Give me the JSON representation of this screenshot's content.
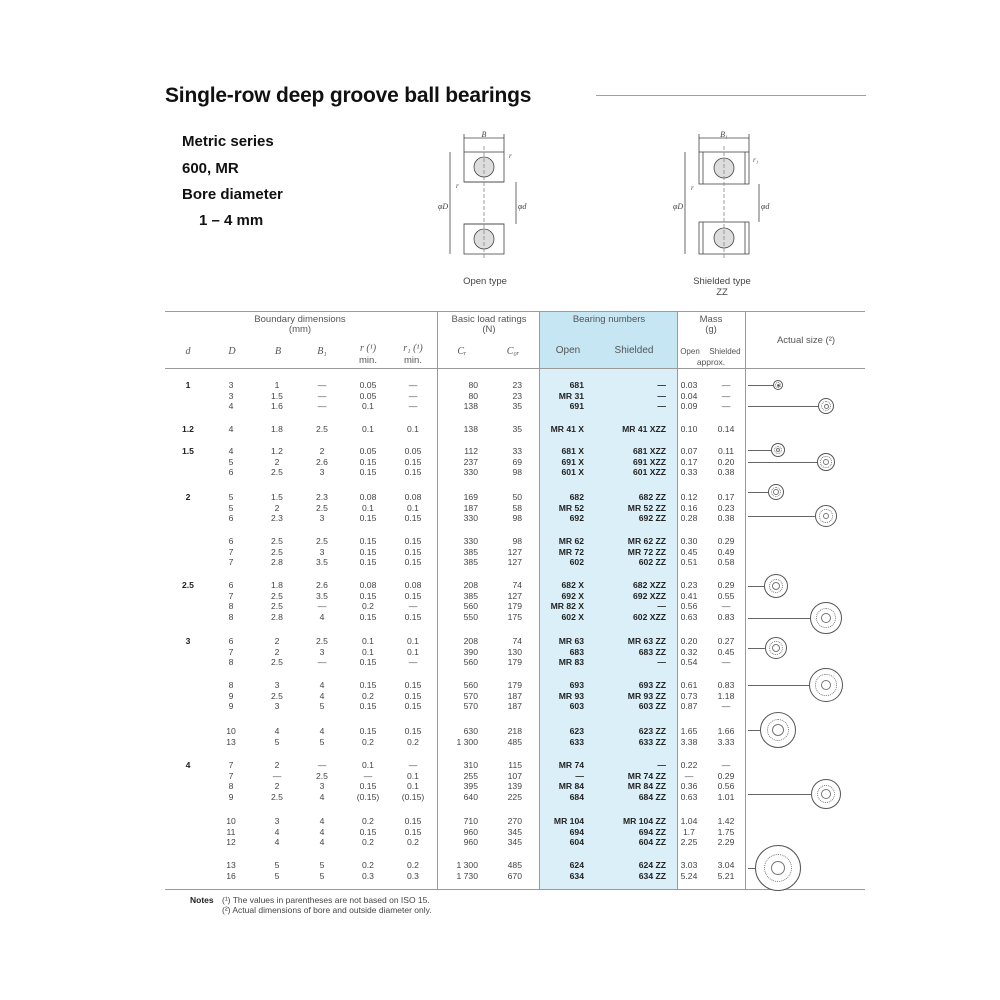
{
  "title": "Single-row deep groove ball bearings",
  "series": [
    "Metric series",
    "600, MR",
    "Bore diameter",
    "1 – 4 mm"
  ],
  "figures": {
    "open_caption": "Open type",
    "shielded_caption": [
      "Shielded type",
      "ZZ"
    ],
    "open_labels": [
      "B",
      "r",
      "r",
      "φD",
      "φd"
    ],
    "shielded_labels": [
      "B₁",
      "r₁",
      "r",
      "φD",
      "φd"
    ]
  },
  "headers": {
    "boundary": [
      "Boundary dimensions",
      "(mm)"
    ],
    "load": [
      "Basic load ratings",
      "(N)"
    ],
    "numbers": "Bearing numbers",
    "mass": [
      "Mass",
      "(g)"
    ],
    "actual": "Actual size (²)",
    "cols": [
      "d",
      "D",
      "B",
      "B₁",
      "r (¹)",
      "r₁ (¹)",
      "Cᵣ",
      "C₀ᵣ"
    ],
    "col_min": [
      "min.",
      "min."
    ],
    "open": "Open",
    "shielded": "Shielded",
    "mass_open": "Open",
    "mass_shielded": "Shielded",
    "approx": "approx."
  },
  "groups": [
    {
      "d": "1",
      "rows": [
        [
          "3",
          "1",
          "—",
          "0.05",
          "—",
          "80",
          "23",
          "681",
          "—",
          "0.03",
          "—"
        ],
        [
          "3",
          "1.5",
          "—",
          "0.05",
          "—",
          "80",
          "23",
          "MR  31",
          "—",
          "0.04",
          "—"
        ],
        [
          "4",
          "1.6",
          "—",
          "0.1",
          "—",
          "138",
          "35",
          "691",
          "—",
          "0.09",
          "—"
        ]
      ]
    },
    {
      "d": "1.2",
      "rows": [
        [
          "4",
          "1.8",
          "2.5",
          "0.1",
          "0.1",
          "138",
          "35",
          "MR  41 X",
          "MR  41 XZZ",
          "0.10",
          "0.14"
        ]
      ]
    },
    {
      "d": "1.5",
      "rows": [
        [
          "4",
          "1.2",
          "2",
          "0.05",
          "0.05",
          "112",
          "33",
          "681 X",
          "681 XZZ",
          "0.07",
          "0.11"
        ],
        [
          "5",
          "2",
          "2.6",
          "0.15",
          "0.15",
          "237",
          "69",
          "691 X",
          "691 XZZ",
          "0.17",
          "0.20"
        ],
        [
          "6",
          "2.5",
          "3",
          "0.15",
          "0.15",
          "330",
          "98",
          "601 X",
          "601 XZZ",
          "0.33",
          "0.38"
        ]
      ]
    },
    {
      "d": "2",
      "rows": [
        [
          "5",
          "1.5",
          "2.3",
          "0.08",
          "0.08",
          "169",
          "50",
          "682",
          "682 ZZ",
          "0.12",
          "0.17"
        ],
        [
          "5",
          "2",
          "2.5",
          "0.1",
          "0.1",
          "187",
          "58",
          "MR  52",
          "MR  52   ZZ",
          "0.16",
          "0.23"
        ],
        [
          "6",
          "2.3",
          "3",
          "0.15",
          "0.15",
          "330",
          "98",
          "692",
          "692 ZZ",
          "0.28",
          "0.38"
        ]
      ]
    },
    {
      "d": "",
      "rows": [
        [
          "6",
          "2.5",
          "2.5",
          "0.15",
          "0.15",
          "330",
          "98",
          "MR  62",
          "MR  62 ZZ",
          "0.30",
          "0.29"
        ],
        [
          "7",
          "2.5",
          "3",
          "0.15",
          "0.15",
          "385",
          "127",
          "MR  72",
          "MR  72 ZZ",
          "0.45",
          "0.49"
        ],
        [
          "7",
          "2.8",
          "3.5",
          "0.15",
          "0.15",
          "385",
          "127",
          "602",
          "602 ZZ",
          "0.51",
          "0.58"
        ]
      ]
    },
    {
      "d": "2.5",
      "rows": [
        [
          "6",
          "1.8",
          "2.6",
          "0.08",
          "0.08",
          "208",
          "74",
          "682 X",
          "682 XZZ",
          "0.23",
          "0.29"
        ],
        [
          "7",
          "2.5",
          "3.5",
          "0.15",
          "0.15",
          "385",
          "127",
          "692 X",
          "692 XZZ",
          "0.41",
          "0.55"
        ],
        [
          "8",
          "2.5",
          "—",
          "0.2",
          "—",
          "560",
          "179",
          "MR  82 X",
          "—",
          "0.56",
          "—"
        ],
        [
          "8",
          "2.8",
          "4",
          "0.15",
          "0.15",
          "550",
          "175",
          "602 X",
          "602 XZZ",
          "0.63",
          "0.83"
        ]
      ]
    },
    {
      "d": "3",
      "rows": [
        [
          "6",
          "2",
          "2.5",
          "0.1",
          "0.1",
          "208",
          "74",
          "MR  63",
          "MR  63 ZZ",
          "0.20",
          "0.27"
        ],
        [
          "7",
          "2",
          "3",
          "0.1",
          "0.1",
          "390",
          "130",
          "683",
          "683   ZZ",
          "0.32",
          "0.45"
        ],
        [
          "8",
          "2.5",
          "—",
          "0.15",
          "—",
          "560",
          "179",
          "MR  83",
          "—",
          "0.54",
          "—"
        ]
      ]
    },
    {
      "d": "",
      "rows": [
        [
          "8",
          "3",
          "4",
          "0.15",
          "0.15",
          "560",
          "179",
          "693",
          "693 ZZ",
          "0.61",
          "0.83"
        ],
        [
          "9",
          "2.5",
          "4",
          "0.2",
          "0.15",
          "570",
          "187",
          "MR  93",
          "MR  93 ZZ",
          "0.73",
          "1.18"
        ],
        [
          "9",
          "3",
          "5",
          "0.15",
          "0.15",
          "570",
          "187",
          "603",
          "603 ZZ",
          "0.87",
          "—"
        ]
      ]
    },
    {
      "d": "",
      "rows": [
        [
          "10",
          "4",
          "4",
          "0.15",
          "0.15",
          "630",
          "218",
          "623",
          "623 ZZ",
          "1.65",
          "1.66"
        ],
        [
          "13",
          "5",
          "5",
          "0.2",
          "0.2",
          "1 300",
          "485",
          "633",
          "633 ZZ",
          "3.38",
          "3.33"
        ]
      ]
    },
    {
      "d": "4",
      "rows": [
        [
          "7",
          "2",
          "—",
          "0.1",
          "—",
          "310",
          "115",
          "MR  74",
          "—",
          "0.22",
          "—"
        ],
        [
          "7",
          "—",
          "2.5",
          "—",
          "0.1",
          "255",
          "107",
          "—",
          "MR  74 ZZ",
          "—",
          "0.29"
        ],
        [
          "8",
          "2",
          "3",
          "0.15",
          "0.1",
          "395",
          "139",
          "MR  84",
          "MR  84 ZZ",
          "0.36",
          "0.56"
        ],
        [
          "9",
          "2.5",
          "4",
          "(0.15)",
          "(0.15)",
          "640",
          "225",
          "684",
          "684   ZZ",
          "0.63",
          "1.01"
        ]
      ]
    },
    {
      "d": "",
      "rows": [
        [
          "10",
          "3",
          "4",
          "0.2",
          "0.15",
          "710",
          "270",
          "MR 104",
          "MR 104   ZZ",
          "1.04",
          "1.42"
        ],
        [
          "11",
          "4",
          "4",
          "0.15",
          "0.15",
          "960",
          "345",
          "694",
          "694 ZZ",
          "1.7",
          "1.75"
        ],
        [
          "12",
          "4",
          "4",
          "0.2",
          "0.2",
          "960",
          "345",
          "604",
          "604 ZZ",
          "2.25",
          "2.29"
        ]
      ]
    },
    {
      "d": "",
      "rows": [
        [
          "13",
          "5",
          "5",
          "0.2",
          "0.2",
          "1 300",
          "485",
          "624",
          "624 ZZ",
          "3.03",
          "3.04"
        ],
        [
          "16",
          "5",
          "5",
          "0.3",
          "0.3",
          "1 730",
          "670",
          "634",
          "634 ZZ",
          "5.24",
          "5.21"
        ]
      ]
    }
  ],
  "notes": {
    "label": "Notes",
    "items": [
      "(¹)  The values in parentheses are not based on ISO 15.",
      "(²)  Actual dimensions of bore and outside diameter only."
    ]
  }
}
